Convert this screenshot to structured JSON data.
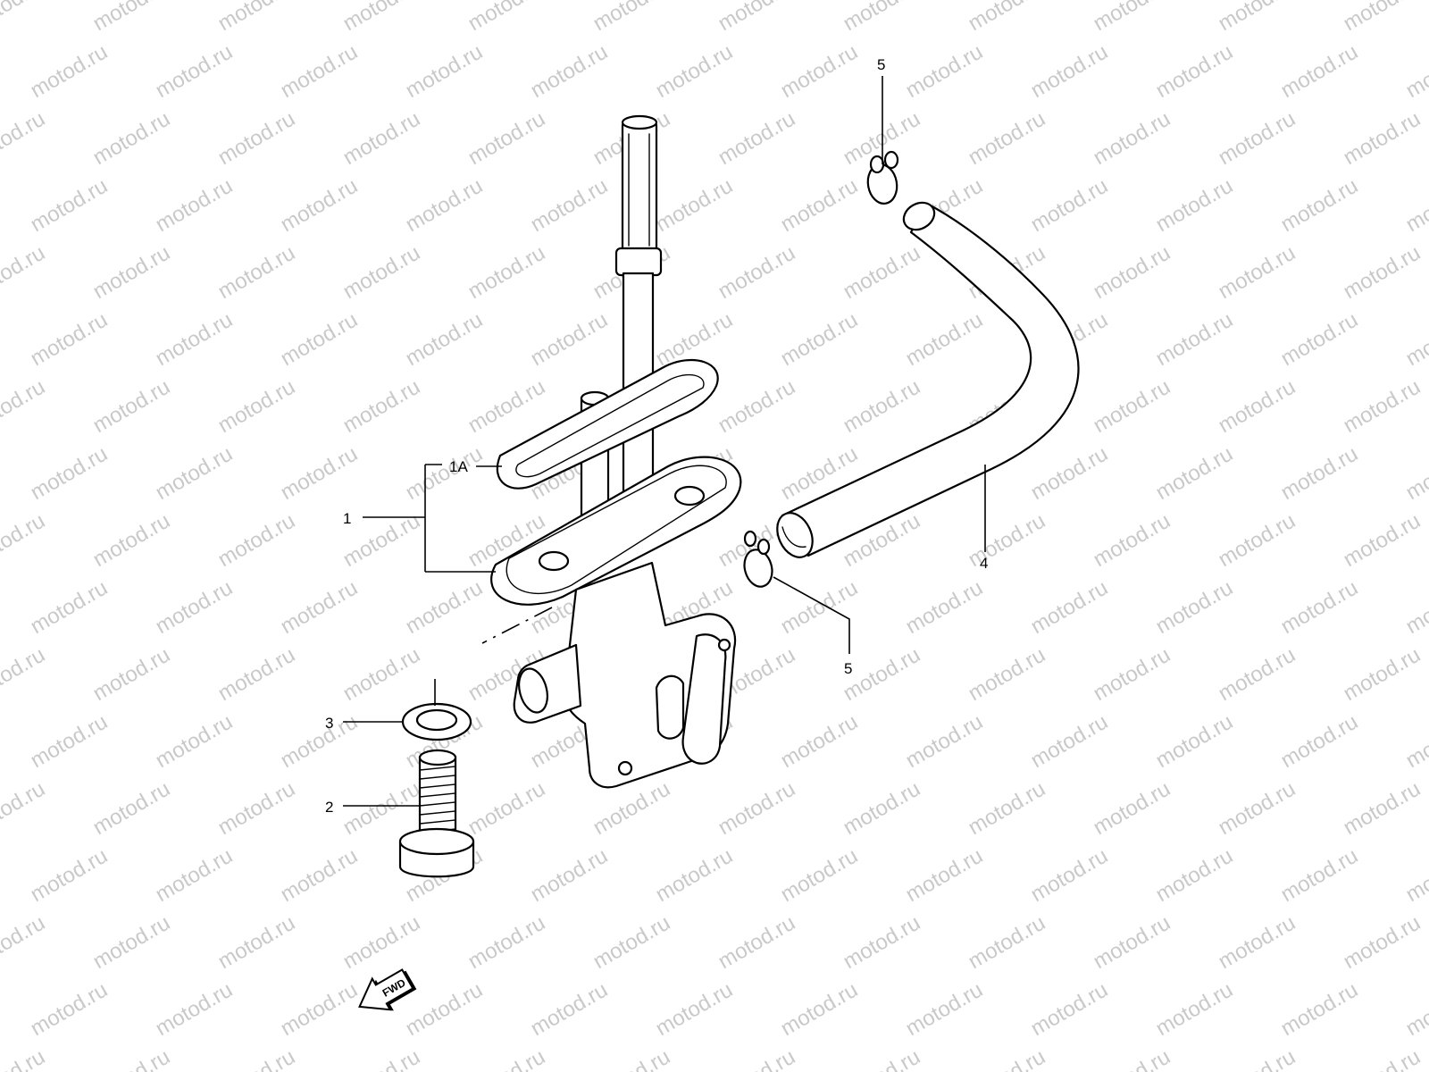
{
  "watermark": {
    "text": "motod.ru",
    "color": "#c9c9c9"
  },
  "callouts": {
    "c1": "1",
    "c1a": "1A",
    "c2": "2",
    "c3": "3",
    "c4": "4",
    "c5_top": "5",
    "c5_bottom": "5"
  },
  "fwd_badge": {
    "text": "FWD"
  },
  "parts": [
    {
      "ref": "1",
      "part": "fuel-cock-assembly"
    },
    {
      "ref": "1A",
      "part": "fuel-cock-gasket"
    },
    {
      "ref": "2",
      "part": "bolt-icon"
    },
    {
      "ref": "3",
      "part": "washer-icon"
    },
    {
      "ref": "4",
      "part": "fuel-hose"
    },
    {
      "ref": "5",
      "part": "hose-clip-icon"
    }
  ]
}
